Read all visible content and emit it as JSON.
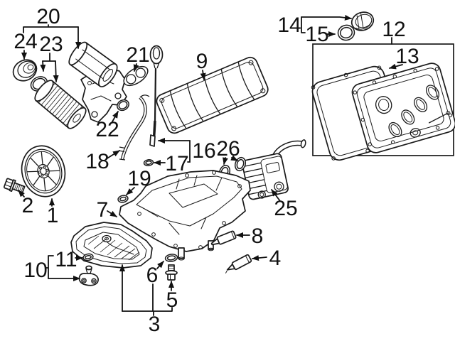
{
  "diagram": {
    "kind": "exploded-parts-diagram",
    "subject": "Engine oil sump, oil filter, dipstick, valve cover and oil cooler components",
    "background_color": "#ffffff",
    "line_color": "#1a1a1a",
    "label_color": "#111111"
  },
  "callouts": {
    "n1": {
      "label": "1",
      "part": "crankshaft-pulley"
    },
    "n2": {
      "label": "2",
      "part": "pulley-bolt"
    },
    "n3": {
      "label": "3",
      "part": "lower-oil-pan"
    },
    "n4": {
      "label": "4",
      "part": "sealant-tube"
    },
    "n5": {
      "label": "5",
      "part": "drain-plug"
    },
    "n6": {
      "label": "6",
      "part": "drain-plug-seal"
    },
    "n7": {
      "label": "7",
      "part": "upper-oil-pan"
    },
    "n8": {
      "label": "8",
      "part": "sealant-tube"
    },
    "n9": {
      "label": "9",
      "part": "valley-cover"
    },
    "n10": {
      "label": "10",
      "part": "oil-pickup"
    },
    "n11": {
      "label": "11",
      "part": "pickup-o-ring"
    },
    "n12": {
      "label": "12",
      "part": "valve-cover"
    },
    "n13": {
      "label": "13",
      "part": "valve-cover-gasket"
    },
    "n14": {
      "label": "14",
      "part": "oil-filler-cap"
    },
    "n15": {
      "label": "15",
      "part": "filler-cap-seal"
    },
    "n16": {
      "label": "16",
      "part": "dipstick"
    },
    "n17": {
      "label": "17",
      "part": "dipstick-seal"
    },
    "n18": {
      "label": "18",
      "part": "dipstick-tube"
    },
    "n19": {
      "label": "19",
      "part": "o-ring"
    },
    "n20": {
      "label": "20",
      "part": "oil-filter-housing-assembly"
    },
    "n21": {
      "label": "21",
      "part": "housing-gasket"
    },
    "n22": {
      "label": "22",
      "part": "o-ring"
    },
    "n23": {
      "label": "23",
      "part": "oil-filter-element"
    },
    "n24": {
      "label": "24",
      "part": "filter-cap"
    },
    "n25": {
      "label": "25",
      "part": "oil-cooler"
    },
    "n26": {
      "label": "26",
      "part": "oil-cooler-seals"
    }
  }
}
